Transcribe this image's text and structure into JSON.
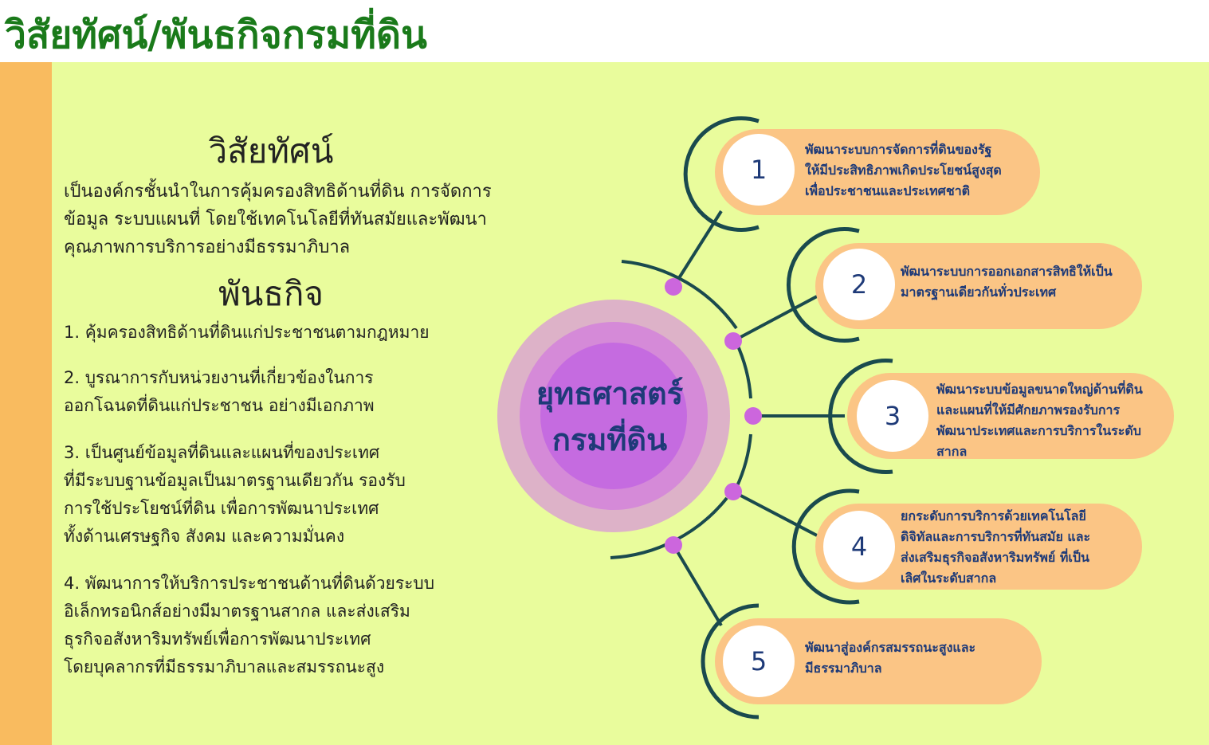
{
  "page_title": "วิสัยทัศน์/พันธกิจกรมที่ดิน",
  "colors": {
    "background": "#ffffff",
    "title": "#1a7a1a",
    "left_stripe": "#f9bb5f",
    "panel": "#e9fc9c",
    "node_pill": "#fbc585",
    "node_ring": "#1a4a4e",
    "node_text": "#1e3a78",
    "connector_dot": "#cc66dd",
    "center_outer": "#ddb2c8",
    "center_mid": "#d58ad8",
    "center_inner": "#c56be0"
  },
  "vision": {
    "heading": "วิสัยทัศน์",
    "lines": [
      "เป็นองค์กรชั้นนำในการคุ้มครองสิทธิด้านที่ดิน การจัดการ",
      "ข้อมูล ระบบแผนที่ โดยใช้เทคโนโลยีที่ทันสมัยและพัฒนา",
      "คุณภาพการบริการอย่างมีธรรมาภิบาล"
    ]
  },
  "mission": {
    "heading": "พันธกิจ",
    "items": [
      {
        "lines": [
          "1. คุ้มครองสิทธิด้านที่ดินแก่ประชาชนตามกฎหมาย"
        ]
      },
      {
        "lines": [
          "2. บูรณาการกับหน่วยงานที่เกี่ยวข้องในการ",
          "ออกโฉนดที่ดินแก่ประชาชน อย่างมีเอกภาพ"
        ]
      },
      {
        "lines": [
          "3. เป็นศูนย์ข้อมูลที่ดินและแผนที่ของประเทศ",
          "ที่มีระบบฐานข้อมูลเป็นมาตรฐานเดียวกัน รองรับ",
          "การใช้ประโยชน์ที่ดิน เพื่อการพัฒนาประเทศ",
          "ทั้งด้านเศรษฐกิจ สังคม และความมั่นคง"
        ]
      },
      {
        "lines": [
          "4. พัฒนาการให้บริการประชาชนด้านที่ดินด้วยระบบ",
          "อิเล็กทรอนิกส์อย่างมีมาตรฐานสากล และส่งเสริม",
          "ธุรกิจอสังหาริมทรัพย์เพื่อการพัฒนาประเทศ",
          "โดยบุคลากรที่มีธรรมาภิบาลและสมรรถนะสูง"
        ]
      }
    ]
  },
  "strategy": {
    "center_lines": [
      "ยุทธศาสตร์",
      "กรมที่ดิน"
    ],
    "nodes": [
      {
        "number": "1",
        "lines": [
          "พัฒนาระบบการจัดการที่ดินของรัฐ",
          "ให้มีประสิทธิภาพเกิดประโยชน์สูงสุด",
          "เพื่อประชาชนและประเทศชาติ"
        ]
      },
      {
        "number": "2",
        "lines": [
          "พัฒนาระบบการออกเอกสารสิทธิให้เป็น",
          "มาตรฐานเดียวกันทั่วประเทศ"
        ]
      },
      {
        "number": "3",
        "lines": [
          "พัฒนาระบบข้อมูลขนาดใหญ่ด้านที่ดิน",
          "และแผนที่ให้มีศักยภาพรองรับการ",
          "พัฒนาประเทศและการบริการในระดับ",
          "สากล"
        ]
      },
      {
        "number": "4",
        "lines": [
          "ยกระดับการบริการด้วยเทคโนโลยี",
          "ดิจิทัลและการบริการที่ทันสมัย และ",
          "ส่งเสริมธุรกิจอสังหาริมทรัพย์ ที่เป็น",
          "เลิศในระดับสากล"
        ]
      },
      {
        "number": "5",
        "lines": [
          "พัฒนาสู่องค์กรสมรรถนะสูงและ",
          "มีธรรมาภิบาล"
        ]
      }
    ]
  }
}
